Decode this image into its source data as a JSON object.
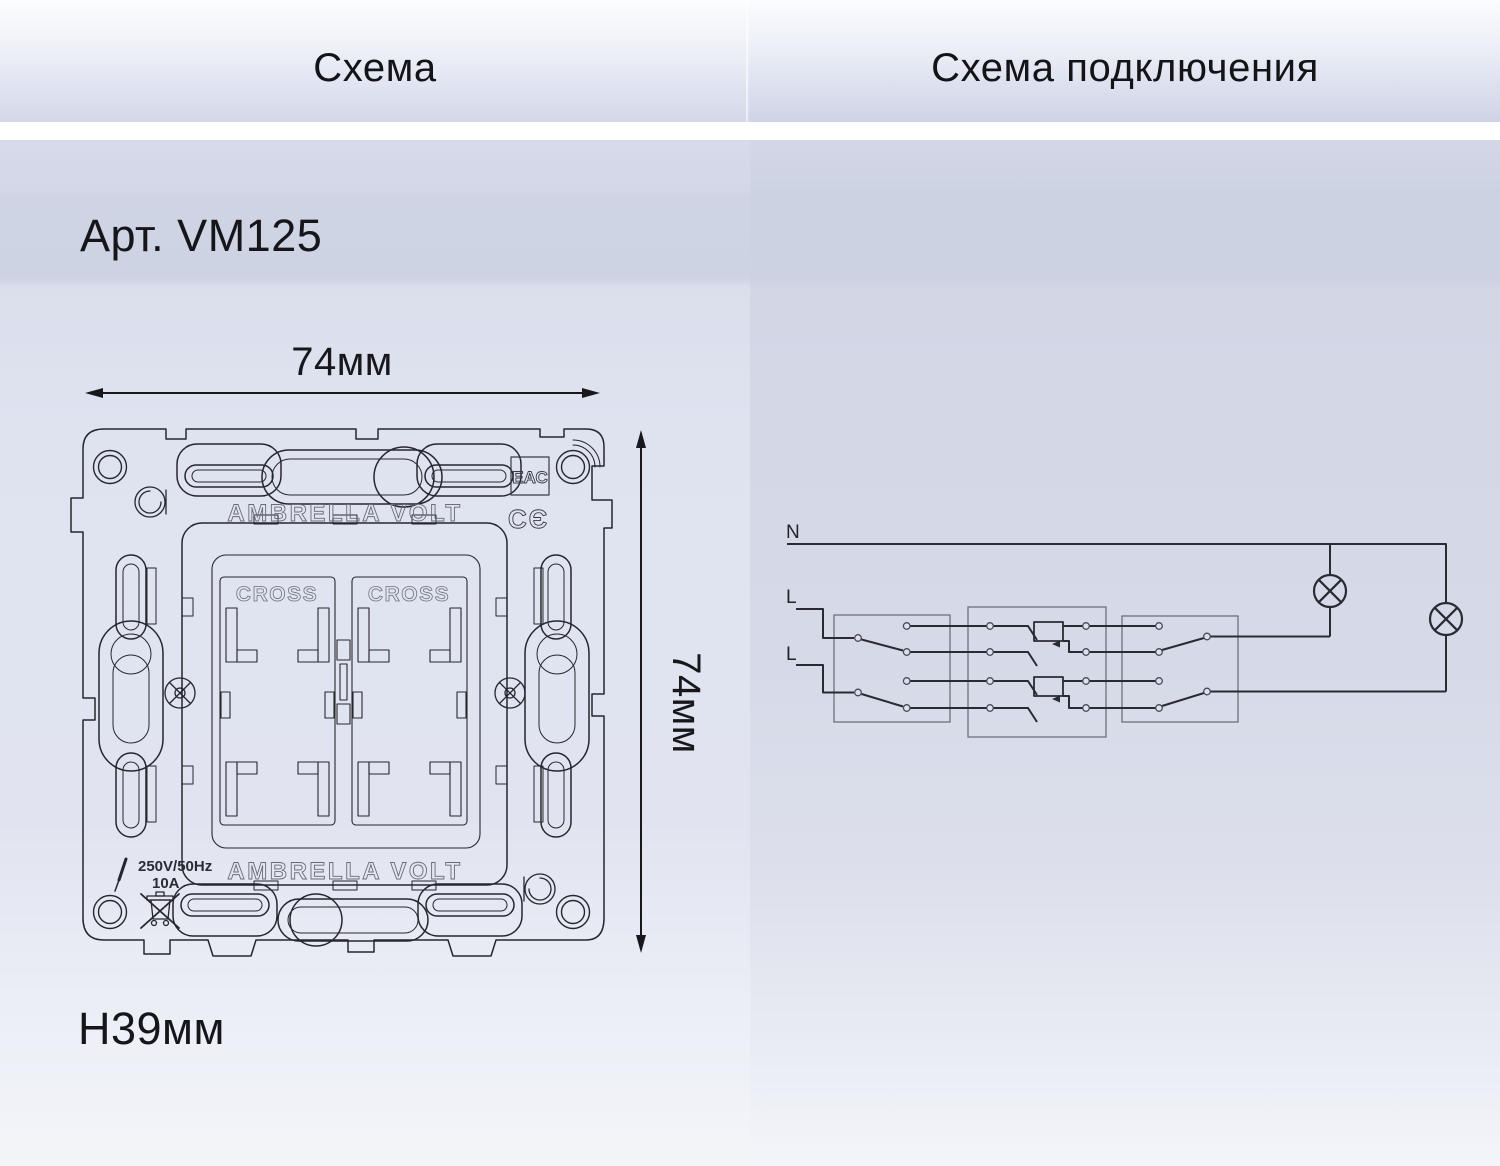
{
  "header": {
    "left_title": "Схема",
    "right_title": "Схема подключения"
  },
  "product": {
    "article": "Арт. VM125",
    "width_label": "74мм",
    "height_label": "74мм",
    "depth_label": "H39мм"
  },
  "plate": {
    "brand_top": "AMBRELLA VOLT",
    "brand_bottom": "AMBRELLA VOLT",
    "module_labels": [
      "CROSS",
      "CROSS"
    ],
    "rating_voltage": "250V/50Hz",
    "rating_current": "10A",
    "eac_mark": "ЕАС",
    "ce_mark": "CЄ"
  },
  "wiring": {
    "neutral_label": "N",
    "line_labels": [
      "L",
      "L"
    ]
  },
  "colors": {
    "line": "#26262e",
    "wire": "#2a2a33",
    "band": "#cdd3e3",
    "background": "#d7dbe9"
  }
}
